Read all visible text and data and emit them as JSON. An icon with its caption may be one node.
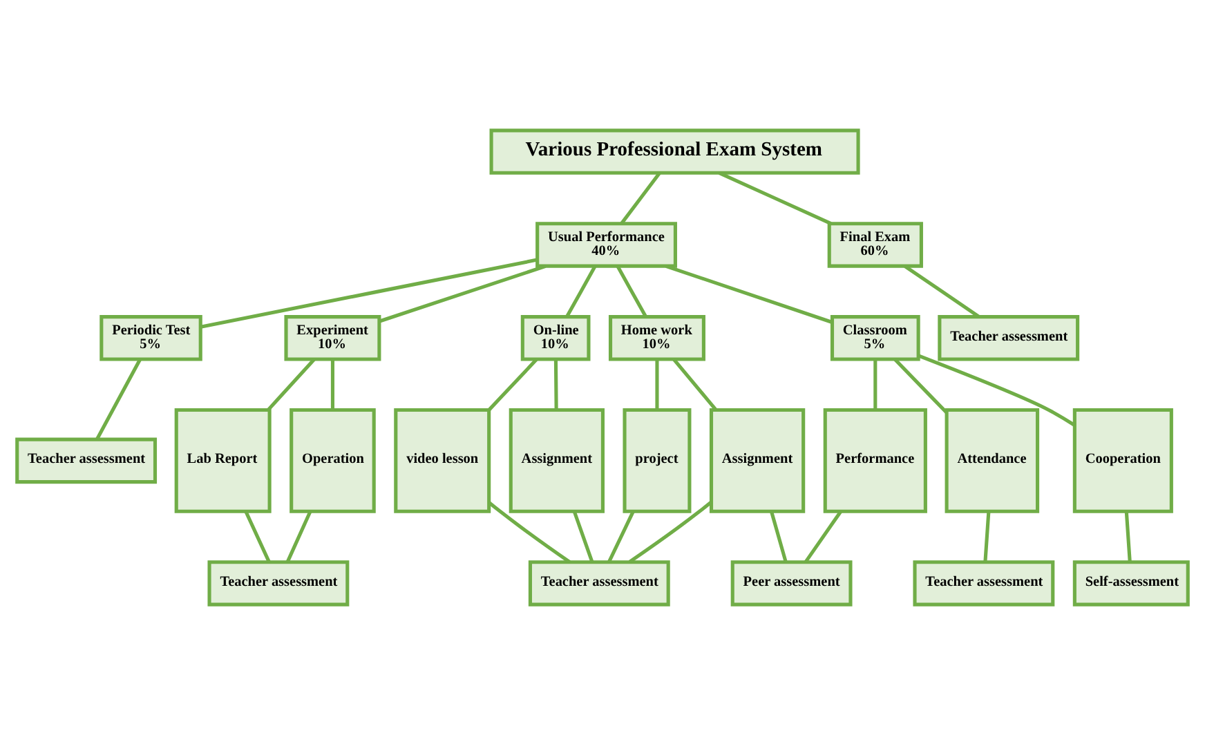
{
  "diagram": {
    "nodes": [
      {
        "text": [
          "Various Professional Exam System"
        ]
      },
      {
        "text": [
          "Usual Performance",
          "40%"
        ]
      },
      {
        "text": [
          "Final Exam",
          "60%"
        ]
      },
      {
        "text": [
          "Classroom",
          "5%"
        ]
      },
      {
        "text": [
          "Home work",
          "10%"
        ]
      },
      {
        "text": [
          "On-line",
          "10%"
        ]
      },
      {
        "text": [
          "Periodic Test",
          "5%"
        ]
      },
      {
        "text": [
          "Experiment",
          "10%"
        ]
      },
      {
        "text": [
          "Teacher assessment"
        ]
      },
      {
        "text": [
          "Attendance"
        ]
      },
      {
        "text": [
          "Performance"
        ]
      },
      {
        "text": [
          "Cooperation"
        ]
      },
      {
        "text": [
          "Assignment"
        ]
      },
      {
        "text": [
          "project"
        ]
      },
      {
        "text": [
          "video lesson"
        ]
      },
      {
        "text": [
          "Assignment"
        ]
      },
      {
        "text": [
          "Operation"
        ]
      },
      {
        "text": [
          "Lab Report"
        ]
      },
      {
        "text": [
          "Self-assessment"
        ]
      },
      {
        "text": [
          "Peer assessment"
        ]
      },
      {
        "text": [
          "Teacher assessment"
        ]
      },
      {
        "text": [
          "Teacher assessment"
        ]
      },
      {
        "text": [
          "Teacher assessment"
        ]
      },
      {
        "text": [
          "Teacher assessment"
        ]
      }
    ],
    "edges": [
      {
        "from": 0,
        "to": 1,
        "arrow": "none"
      },
      {
        "from": 0,
        "to": 2,
        "arrow": "none"
      },
      {
        "from": 1,
        "to": 3,
        "arrow": "none"
      },
      {
        "from": 1,
        "to": 4,
        "arrow": "none"
      },
      {
        "from": 1,
        "to": 5,
        "arrow": "none"
      },
      {
        "from": 1,
        "to": 6,
        "arrow": "none"
      },
      {
        "from": 1,
        "to": 7,
        "arrow": "none"
      },
      {
        "from": 2,
        "to": 8,
        "arrow": "none"
      },
      {
        "from": 3,
        "to": 9,
        "arrow": "none"
      },
      {
        "from": 3,
        "to": 10,
        "arrow": "none"
      },
      {
        "from": 3,
        "to": 11,
        "arrow": "none"
      },
      {
        "from": 4,
        "to": 12,
        "arrow": "none"
      },
      {
        "from": 4,
        "to": 13,
        "arrow": "none"
      },
      {
        "from": 5,
        "to": 14,
        "arrow": "none"
      },
      {
        "from": 5,
        "to": 15,
        "arrow": "none"
      },
      {
        "from": 7,
        "to": 16,
        "arrow": "none"
      },
      {
        "from": 7,
        "to": 17,
        "arrow": "none"
      },
      {
        "from": 9,
        "to": 20,
        "arrow": "none"
      },
      {
        "from": 10,
        "to": 19,
        "arrow": "none"
      },
      {
        "from": 11,
        "to": 18,
        "arrow": "none"
      },
      {
        "from": 12,
        "to": 19,
        "arrow": "none"
      },
      {
        "from": 12,
        "to": 21,
        "arrow": "none"
      },
      {
        "from": 13,
        "to": 21,
        "arrow": "none"
      },
      {
        "from": 14,
        "to": 21,
        "arrow": "none"
      },
      {
        "from": 15,
        "to": 21,
        "arrow": "none"
      },
      {
        "from": 6,
        "to": 22,
        "arrow": "none"
      },
      {
        "from": 16,
        "to": 23,
        "arrow": "none"
      },
      {
        "from": 17,
        "to": 23,
        "arrow": "none"
      }
    ]
  }
}
